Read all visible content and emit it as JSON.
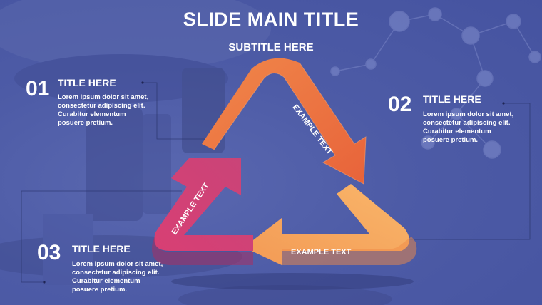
{
  "slide": {
    "title": "SLIDE MAIN TITLE",
    "subtitle": "SUBTITLE HERE"
  },
  "items": [
    {
      "number": "01",
      "title": "TITLE HERE",
      "lines": [
        "Lorem ipsum dolor sit amet,",
        "consectetur adipiscing elit.",
        "Curabitur elementum",
        "posuere pretium."
      ]
    },
    {
      "number": "02",
      "title": "TITLE HERE",
      "lines": [
        "Lorem ipsum dolor sit amet,",
        "consectetur adipiscing elit.",
        "Curabitur elementum",
        "posuere pretium."
      ]
    },
    {
      "number": "03",
      "title": "TITLE HERE",
      "lines": [
        "Lorem ipsum dolor sit amet,",
        "consectetur adipiscing elit.",
        "Curabitur elementum",
        "posuere pretium."
      ]
    }
  ],
  "cycle": {
    "right_arrow_label": "EXAMPLE TEXT",
    "bottom_arrow_label": "EXAMPLE TEXT",
    "left_arrow_label": "EXAMPLE TEXT"
  },
  "colors": {
    "background": "#4d5ba6",
    "arrow_orange": "#f07a3a",
    "arrow_peach": "#f6a860",
    "arrow_pink": "#d2447a"
  }
}
